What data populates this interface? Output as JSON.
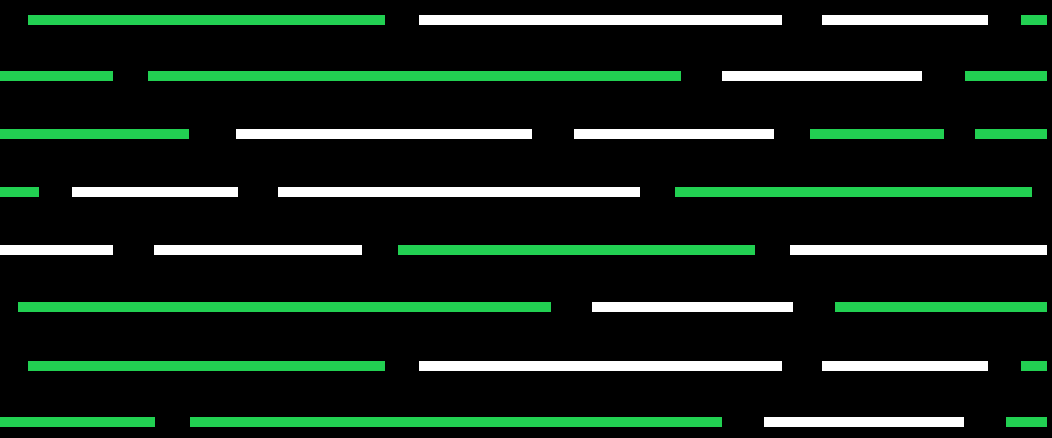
{
  "colors": {
    "background": "#000000",
    "green": "#22d052",
    "white": "#ffffff"
  },
  "rows": [
    {
      "segments": [
        "green",
        "white",
        "white",
        "green"
      ]
    },
    {
      "segments": [
        "green",
        "green",
        "white",
        "green"
      ]
    },
    {
      "segments": [
        "green",
        "white",
        "white",
        "green",
        "green"
      ]
    },
    {
      "segments": [
        "green",
        "white",
        "white",
        "green"
      ]
    },
    {
      "segments": [
        "white",
        "white",
        "green",
        "white"
      ]
    },
    {
      "segments": [
        "green",
        "white",
        "green"
      ]
    },
    {
      "segments": [
        "green",
        "white",
        "white",
        "green"
      ]
    },
    {
      "segments": [
        "green",
        "green",
        "white",
        "green"
      ]
    }
  ]
}
